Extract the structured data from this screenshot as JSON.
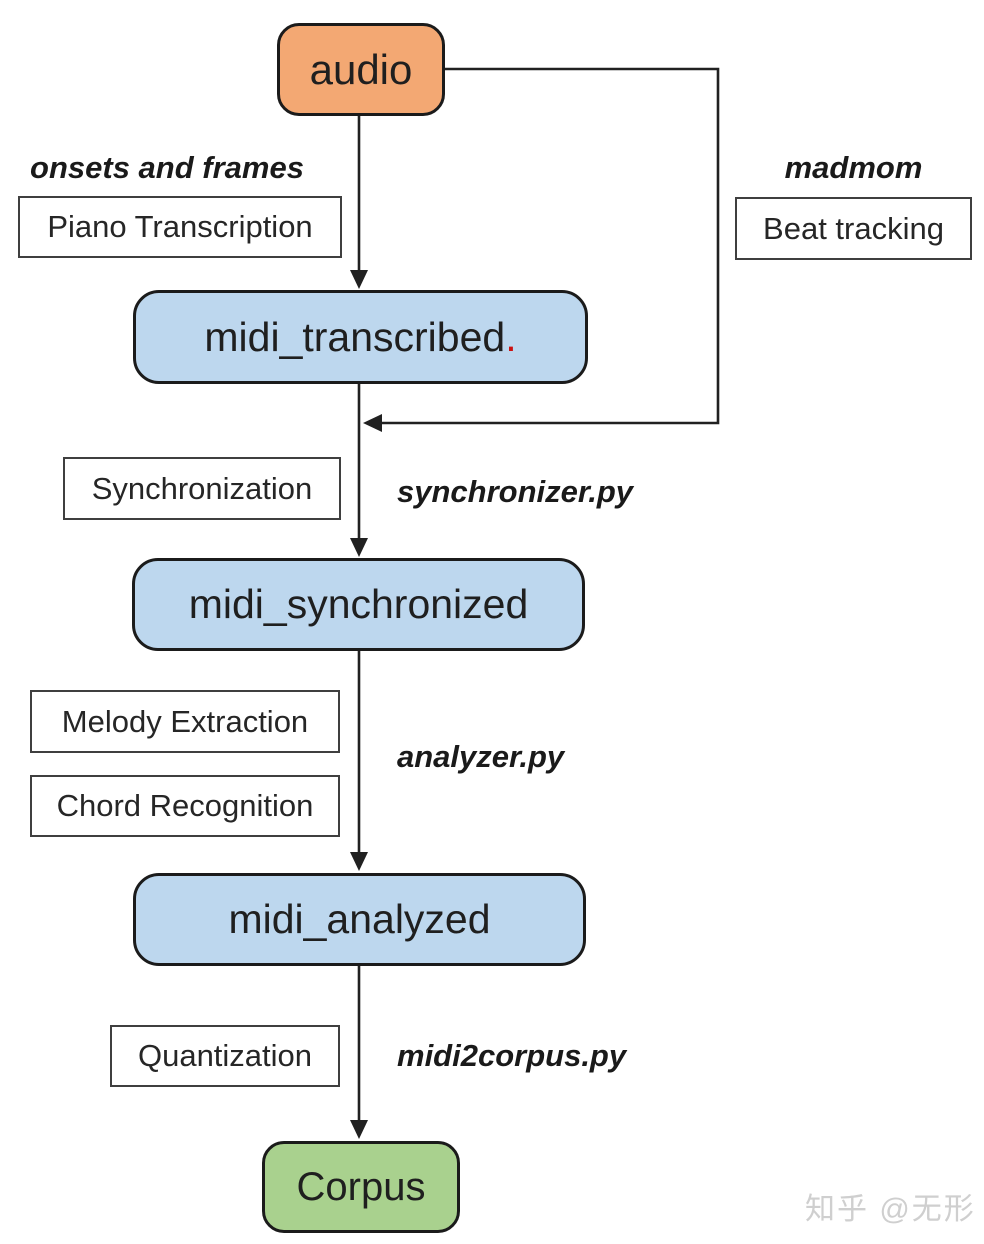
{
  "diagram": {
    "title_semantic": "audio to corpus processing pipeline",
    "nodes": {
      "audio": {
        "label": "audio"
      },
      "midi_transcribed": {
        "label": "midi_transcribed",
        "suffix": "."
      },
      "midi_synchronized": {
        "label": "midi_synchronized"
      },
      "midi_analyzed": {
        "label": "midi_analyzed"
      },
      "corpus": {
        "label": "Corpus"
      }
    },
    "process_boxes": {
      "piano_transcription": {
        "label": "Piano Transcription"
      },
      "beat_tracking": {
        "label": "Beat tracking"
      },
      "synchronization": {
        "label": "Synchronization"
      },
      "melody_extraction": {
        "label": "Melody Extraction"
      },
      "chord_recognition": {
        "label": "Chord Recognition"
      },
      "quantization": {
        "label": "Quantization"
      }
    },
    "tool_labels": {
      "onsets_and_frames": {
        "label": "onsets and frames"
      },
      "madmom": {
        "label": "madmom"
      },
      "synchronizer": {
        "label": "synchronizer.py"
      },
      "analyzer": {
        "label": "analyzer.py"
      },
      "midi2corpus": {
        "label": "midi2corpus.py"
      }
    },
    "colors": {
      "audio_fill": "#f3a873",
      "midi_fill": "#bdd7ee",
      "corpus_fill": "#a9d18e",
      "node_border": "#1b1b1b",
      "process_border": "#3f3f3f",
      "line": "#212121",
      "red_dot": "#cc1111",
      "watermark_gray": "#cfcfcf"
    },
    "watermark": {
      "label": "知乎 @无形"
    }
  }
}
